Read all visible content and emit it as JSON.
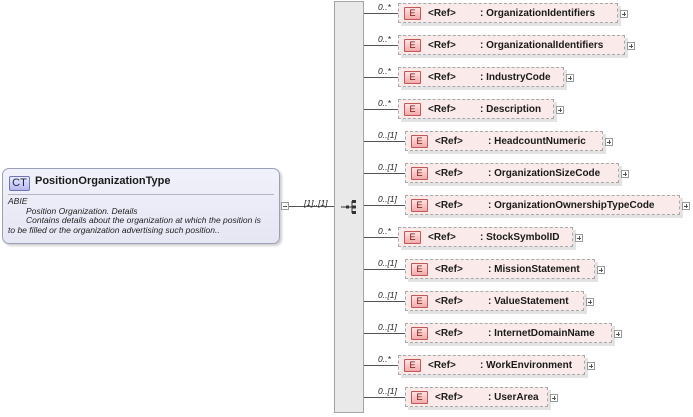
{
  "complex_type": {
    "badge": "CT",
    "name": "PositionOrganizationType",
    "doc_type": "ABIE",
    "doc_name": "Position Organization. Details",
    "doc_desc_1": "Contains details about the organization at which the position is",
    "doc_desc_2": "to be filled or the organization advertising such position.."
  },
  "sequence": {
    "multiplicity": "[1]..[1]"
  },
  "elements": [
    {
      "badge": "E",
      "ref": "<Ref>",
      "name": ": OrganizationIdentifiers",
      "multiplicity": "0..*"
    },
    {
      "badge": "E",
      "ref": "<Ref>",
      "name": ": OrganizationalIdentifiers",
      "multiplicity": "0..*"
    },
    {
      "badge": "E",
      "ref": "<Ref>",
      "name": ": IndustryCode",
      "multiplicity": "0..*"
    },
    {
      "badge": "E",
      "ref": "<Ref>",
      "name": ": Description",
      "multiplicity": "0..*"
    },
    {
      "badge": "E",
      "ref": "<Ref>",
      "name": ": HeadcountNumeric",
      "multiplicity": "0..[1]"
    },
    {
      "badge": "E",
      "ref": "<Ref>",
      "name": ": OrganizationSizeCode",
      "multiplicity": "0..[1]"
    },
    {
      "badge": "E",
      "ref": "<Ref>",
      "name": ": OrganizationOwnershipTypeCode",
      "multiplicity": "0..[1]"
    },
    {
      "badge": "E",
      "ref": "<Ref>",
      "name": ": StockSymbolID",
      "multiplicity": "0..*"
    },
    {
      "badge": "E",
      "ref": "<Ref>",
      "name": ": MissionStatement",
      "multiplicity": "0..[1]"
    },
    {
      "badge": "E",
      "ref": "<Ref>",
      "name": ": ValueStatement",
      "multiplicity": "0..[1]"
    },
    {
      "badge": "E",
      "ref": "<Ref>",
      "name": ": InternetDomainName",
      "multiplicity": "0..[1]"
    },
    {
      "badge": "E",
      "ref": "<Ref>",
      "name": ": WorkEnvironment",
      "multiplicity": "0..*"
    },
    {
      "badge": "E",
      "ref": "<Ref>",
      "name": ": UserArea",
      "multiplicity": "0..[1]"
    }
  ]
}
